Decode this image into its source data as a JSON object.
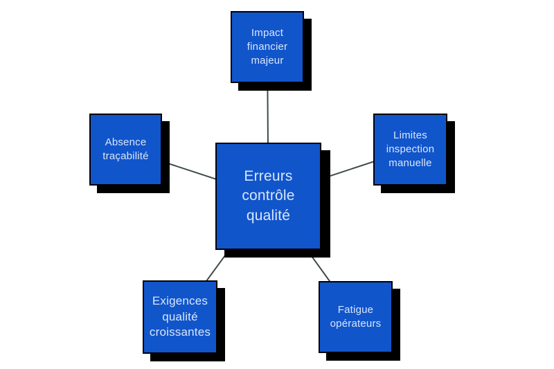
{
  "diagram": {
    "type": "mind-map",
    "nodes": [
      {
        "id": "center",
        "label": "Erreurs\ncontrôle\nqualité",
        "role": "central-topic"
      },
      {
        "id": "top",
        "label": "Impact\nfinancier\nmajeur",
        "role": "branch"
      },
      {
        "id": "left",
        "label": "Absence\ntraçabilité",
        "role": "branch"
      },
      {
        "id": "right",
        "label": "Limites\ninspection\nmanuelle",
        "role": "branch"
      },
      {
        "id": "bottom-left",
        "label": "Exigences\nqualité\ncroissantes",
        "role": "branch"
      },
      {
        "id": "bottom-right",
        "label": "Fatigue\nopérateurs",
        "role": "branch"
      }
    ],
    "edges": [
      {
        "from": "center",
        "to": "top"
      },
      {
        "from": "center",
        "to": "left"
      },
      {
        "from": "center",
        "to": "right"
      },
      {
        "from": "center",
        "to": "bottom-left"
      },
      {
        "from": "center",
        "to": "bottom-right"
      }
    ]
  },
  "colors": {
    "background": "#ffffff",
    "node_fill": "#1155cb",
    "node_border": "#000000",
    "node_shadow": "#000000",
    "node_text": "#d9e7fa",
    "connector": "#3e4a46"
  }
}
